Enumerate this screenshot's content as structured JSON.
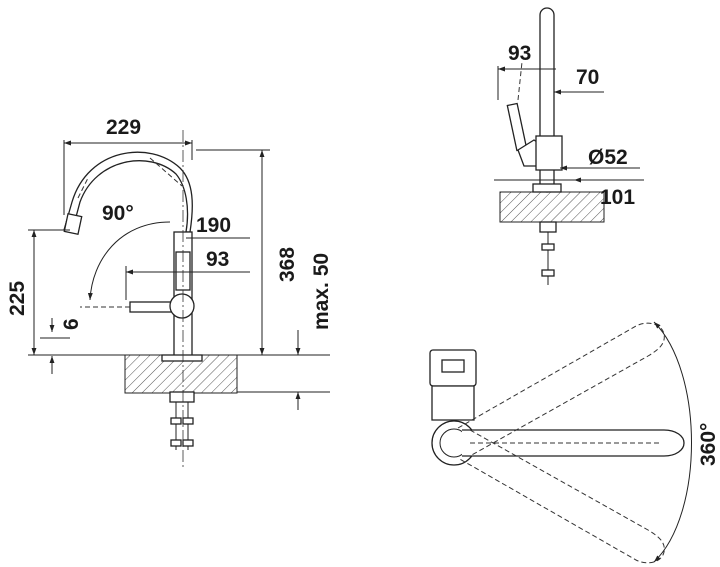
{
  "dimensions": {
    "side_reach": "229",
    "swivel_angle": "90°",
    "head_offset": "190",
    "lever_offset": "93",
    "total_height": "368",
    "max_counter": "max. 50",
    "spout_height": "225",
    "small_gap": "6",
    "top_lever": "93",
    "top_offset": "70",
    "base_diameter": "Ø52",
    "base_depth": "101",
    "rotation": "360°"
  },
  "colors": {
    "line": "#222222",
    "hatch": "#555555",
    "background": "#ffffff"
  }
}
